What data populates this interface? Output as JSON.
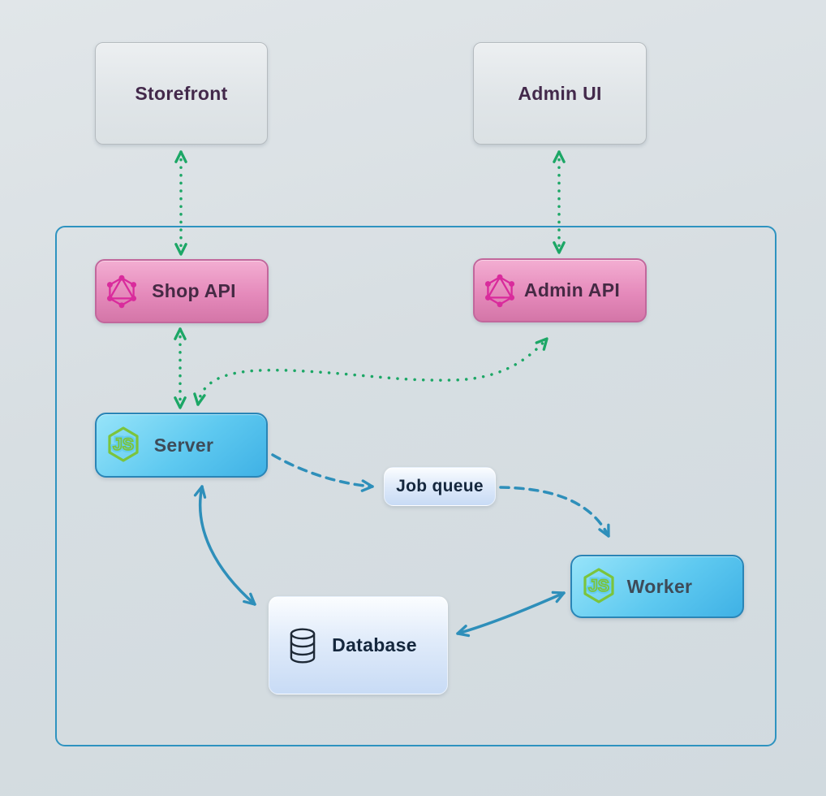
{
  "nodes": {
    "storefront": "Storefront",
    "admin_ui": "Admin UI",
    "shop_api": "Shop API",
    "admin_api": "Admin API",
    "server": "Server",
    "job_queue": "Job queue",
    "database": "Database",
    "worker": "Worker"
  },
  "icons": {
    "shop_api": "graphql-icon",
    "admin_api": "graphql-icon",
    "server": "nodejs-icon",
    "worker": "nodejs-icon",
    "database": "database-icon"
  },
  "edges": [
    {
      "from": "Storefront",
      "to": "Shop API",
      "line": "dotted",
      "color": "green",
      "arrows": "both"
    },
    {
      "from": "Admin UI",
      "to": "Admin API",
      "line": "dotted",
      "color": "green",
      "arrows": "both"
    },
    {
      "from": "Shop API",
      "to": "Server",
      "line": "dotted",
      "color": "green",
      "arrows": "both"
    },
    {
      "from": "Server",
      "to": "Admin API",
      "line": "dotted",
      "color": "green",
      "arrows": "both"
    },
    {
      "from": "Server",
      "to": "Job queue",
      "line": "dashed",
      "color": "blue",
      "arrows": "end"
    },
    {
      "from": "Job queue",
      "to": "Worker",
      "line": "dashed",
      "color": "blue",
      "arrows": "end"
    },
    {
      "from": "Server",
      "to": "Database",
      "line": "solid",
      "color": "blue",
      "arrows": "both"
    },
    {
      "from": "Database",
      "to": "Worker",
      "line": "solid",
      "color": "blue",
      "arrows": "both"
    }
  ],
  "colors": {
    "green_arrow": "#1ca766",
    "blue_arrow": "#2e8fba",
    "boundary_border": "#2e93c0",
    "graphql_icon": "#d92b9c",
    "nodejs_icon": "#7bc43c",
    "pink_node": "#e58abb",
    "blue_node": "#5ec9f0",
    "gray_node": "#e5e9ec",
    "light_node": "#d8e6f8"
  }
}
